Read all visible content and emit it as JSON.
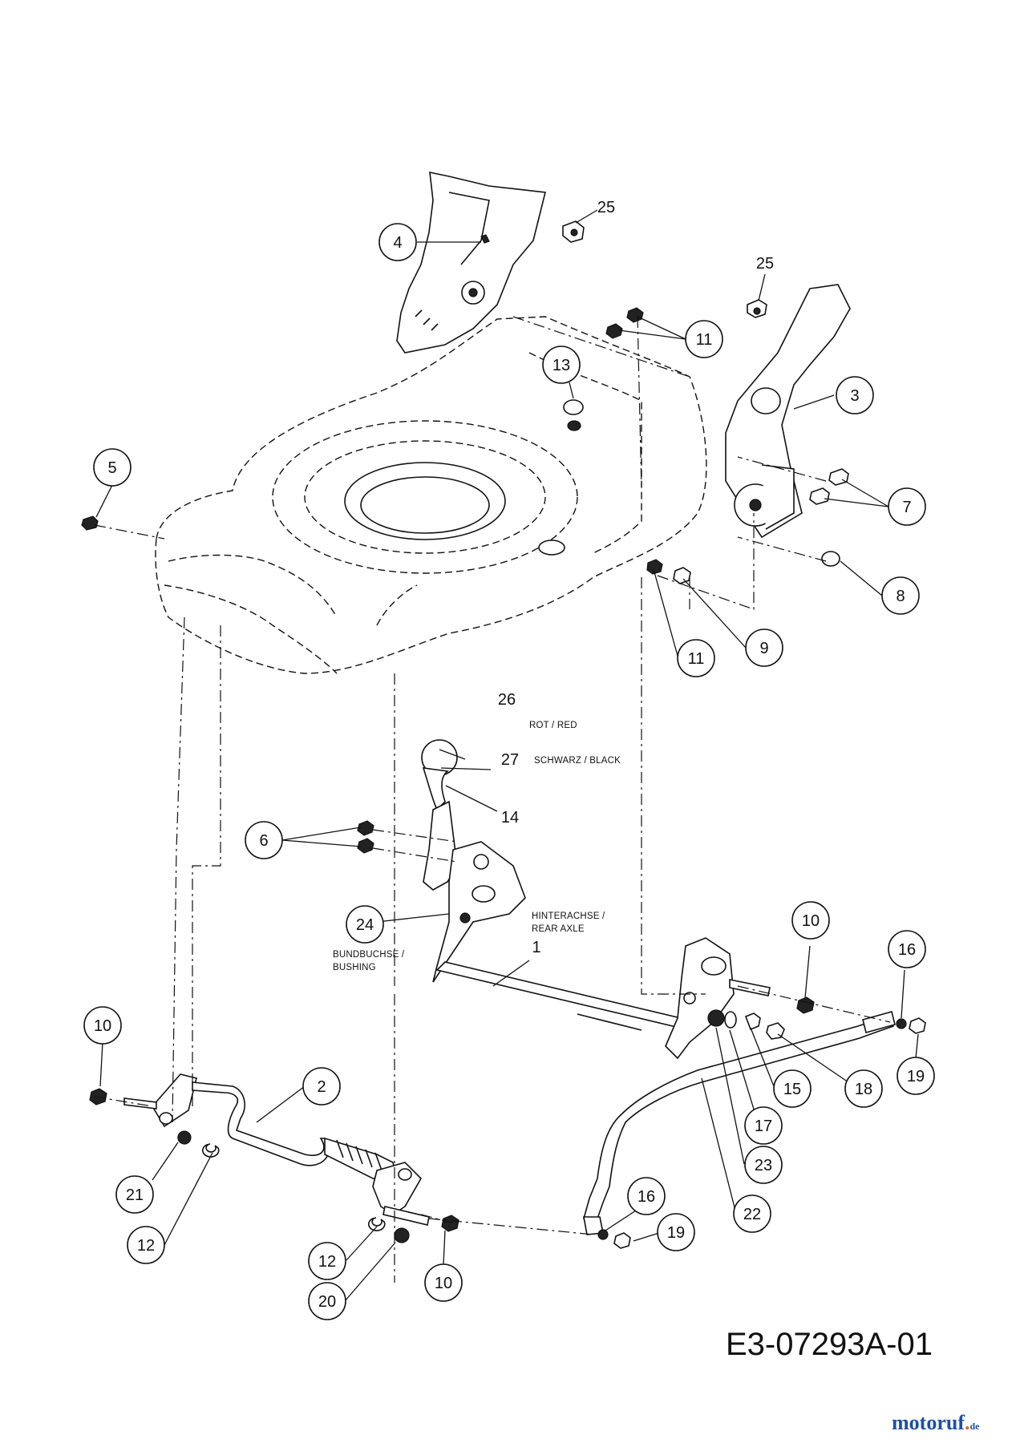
{
  "drawing_code": "E3-07293A-01",
  "watermark": {
    "brand": "motoruf",
    "tld": "de"
  },
  "callouts": [
    {
      "id": "c4",
      "label": "4"
    },
    {
      "id": "c13",
      "label": "13"
    },
    {
      "id": "c11a",
      "label": "11"
    },
    {
      "id": "c3",
      "label": "3"
    },
    {
      "id": "c5",
      "label": "5"
    },
    {
      "id": "c7",
      "label": "7"
    },
    {
      "id": "c8",
      "label": "8"
    },
    {
      "id": "c9",
      "label": "9"
    },
    {
      "id": "c11b",
      "label": "11"
    },
    {
      "id": "c6",
      "label": "6"
    },
    {
      "id": "c24",
      "label": "24"
    },
    {
      "id": "c10a",
      "label": "10"
    },
    {
      "id": "c16a",
      "label": "16"
    },
    {
      "id": "c10b",
      "label": "10"
    },
    {
      "id": "c2",
      "label": "2"
    },
    {
      "id": "c15",
      "label": "15"
    },
    {
      "id": "c18",
      "label": "18"
    },
    {
      "id": "c19a",
      "label": "19"
    },
    {
      "id": "c17",
      "label": "17"
    },
    {
      "id": "c23",
      "label": "23"
    },
    {
      "id": "c21",
      "label": "21"
    },
    {
      "id": "c22",
      "label": "22"
    },
    {
      "id": "c12a",
      "label": "12"
    },
    {
      "id": "c16b",
      "label": "16"
    },
    {
      "id": "c19b",
      "label": "19"
    },
    {
      "id": "c12b",
      "label": "12"
    },
    {
      "id": "c10c",
      "label": "10"
    },
    {
      "id": "c20",
      "label": "20"
    }
  ],
  "plain_numbers": [
    {
      "id": "n25a",
      "label": "25"
    },
    {
      "id": "n25b",
      "label": "25"
    },
    {
      "id": "n26",
      "label": "26"
    },
    {
      "id": "n27",
      "label": "27"
    },
    {
      "id": "n14",
      "label": "14"
    },
    {
      "id": "n1",
      "label": "1"
    }
  ],
  "notes": {
    "red": "ROT / RED",
    "black": "SCHWARZ / BLACK",
    "rear_axle_1": "HINTERACHSE /",
    "rear_axle_2": "REAR AXLE",
    "bushing_1": "BUNDBUCHSE /",
    "bushing_2": "BUSHING"
  }
}
